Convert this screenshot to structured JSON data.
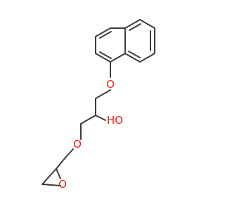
{
  "atoms": {
    "ether_o_top": "O",
    "hydroxyl": "HO",
    "ether_o_mid": "O",
    "epoxide_o": "O"
  },
  "colors": {
    "bond": "#3c3c3c",
    "oxygen": "#e8211c",
    "background": "#ffffff"
  }
}
